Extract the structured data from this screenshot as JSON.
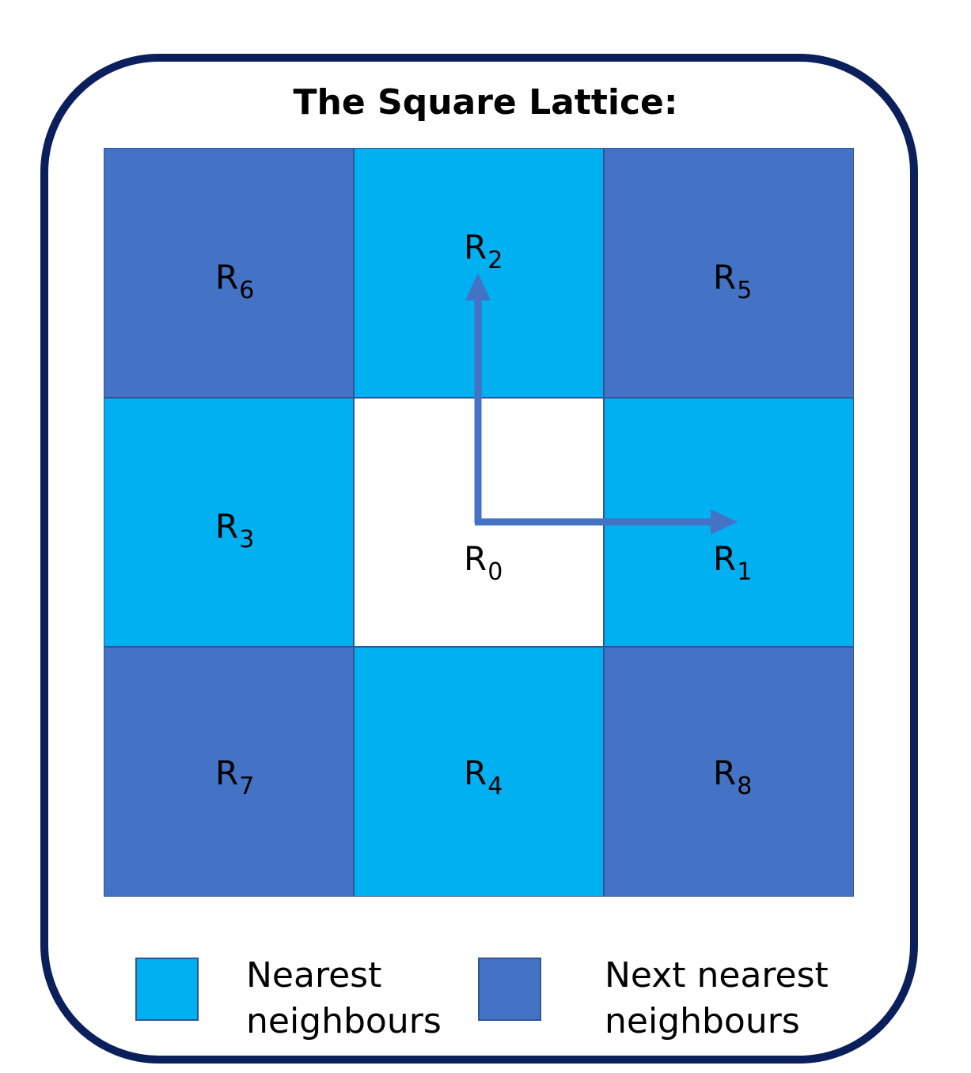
{
  "title": "The Square Lattice:",
  "colors": {
    "frame": "#0b1f5c",
    "nearest": "#00b0f0",
    "next_nearest": "#4472c4",
    "center": "#ffffff",
    "arrow": "#4472c4"
  },
  "cells": [
    {
      "id": "R6",
      "base": "R",
      "sub": "6",
      "type": "next_nearest"
    },
    {
      "id": "R2",
      "base": "R",
      "sub": "2",
      "type": "nearest"
    },
    {
      "id": "R5",
      "base": "R",
      "sub": "5",
      "type": "next_nearest"
    },
    {
      "id": "R3",
      "base": "R",
      "sub": "3",
      "type": "nearest"
    },
    {
      "id": "R0",
      "base": "R",
      "sub": "0",
      "type": "center"
    },
    {
      "id": "R1",
      "base": "R",
      "sub": "1",
      "type": "nearest"
    },
    {
      "id": "R7",
      "base": "R",
      "sub": "7",
      "type": "next_nearest"
    },
    {
      "id": "R4",
      "base": "R",
      "sub": "4",
      "type": "nearest"
    },
    {
      "id": "R8",
      "base": "R",
      "sub": "8",
      "type": "next_nearest"
    }
  ],
  "legend": {
    "nearest": {
      "line1": "Nearest",
      "line2": "neighbours"
    },
    "next_nearest": {
      "line1": "Next nearest",
      "line2": "neighbours"
    }
  }
}
